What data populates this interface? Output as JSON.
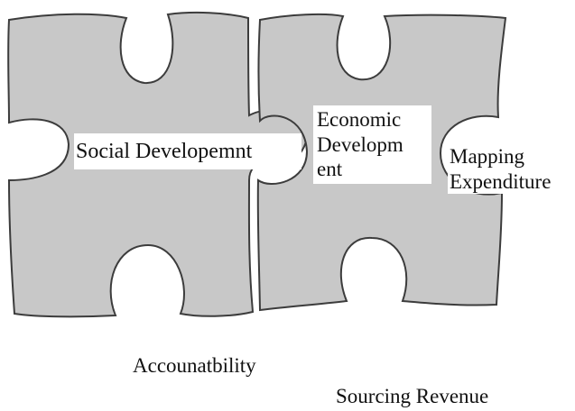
{
  "pieces": [
    {
      "name": "left-piece",
      "fill": "#c8c8c8"
    },
    {
      "name": "right-piece",
      "fill": "#c8c8c8"
    }
  ],
  "colors": {
    "stroke": "#3c3c3c",
    "background": "#ffffff"
  },
  "labels": {
    "social": "Social Developemnt",
    "economic_lines": [
      "Economic",
      "Developm",
      "ent"
    ],
    "mapping_lines": [
      "Mapping",
      "Expenditure"
    ],
    "accountability": "Accounatbility",
    "sourcing": "Sourcing Revenue"
  }
}
